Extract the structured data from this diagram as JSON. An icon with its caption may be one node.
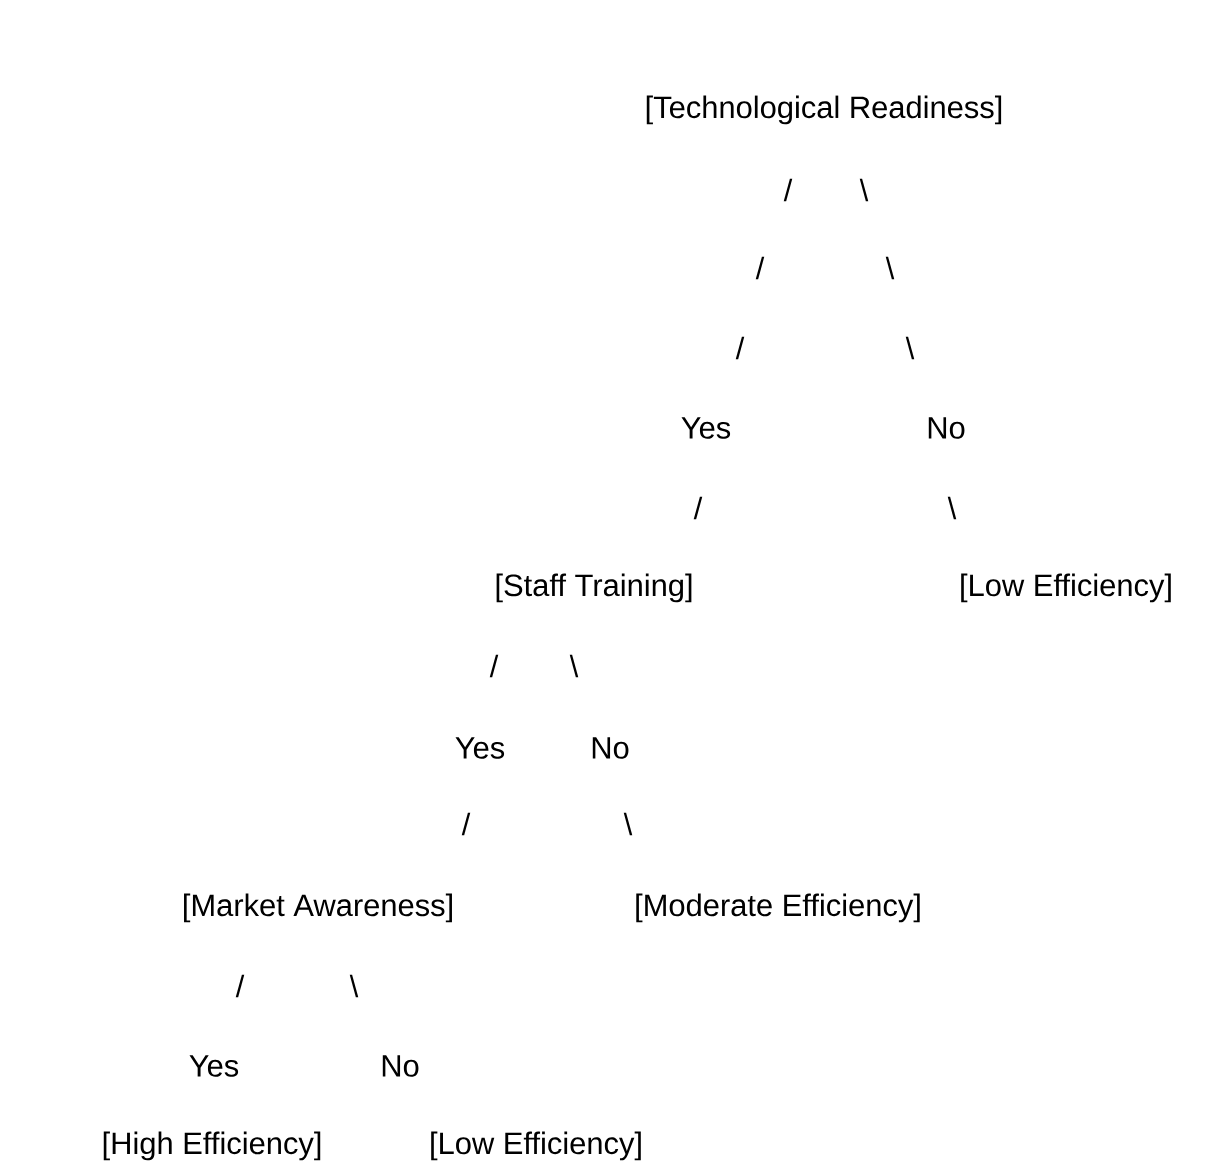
{
  "diagram": {
    "labels": [
      "[Technological Readiness]",
      "/",
      "\\",
      "/",
      "\\",
      "/",
      "\\",
      "Yes",
      "No",
      "/",
      "\\",
      "[Staff Training]",
      "[Low Efficiency]",
      "/",
      "\\",
      "Yes",
      "No",
      "/",
      "\\",
      "[Market Awareness]",
      "[Moderate Efficiency]",
      "/",
      "\\",
      "Yes",
      "No",
      "[High Efficiency]",
      "[Low Efficiency]"
    ]
  }
}
